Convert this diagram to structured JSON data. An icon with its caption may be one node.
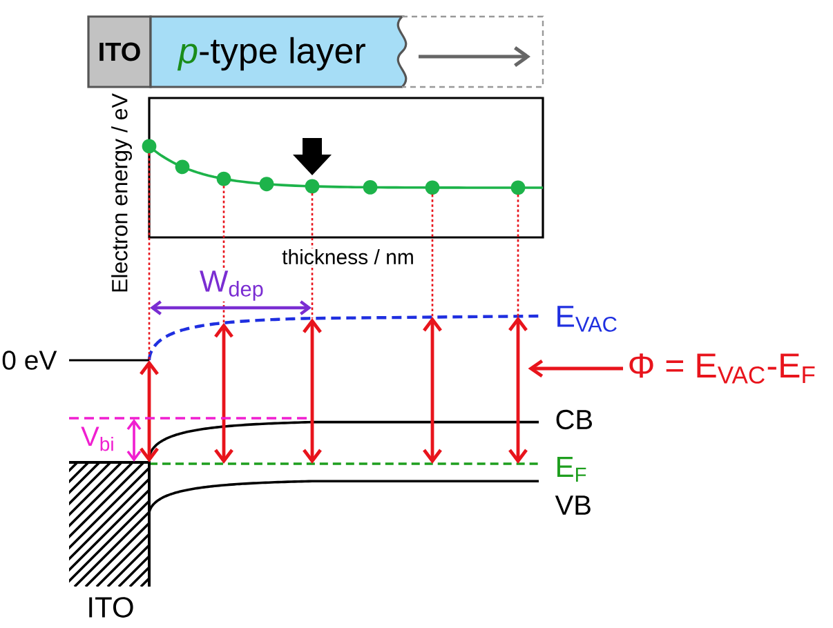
{
  "diagram": {
    "nodes": [
      {
        "text": [
          "ITO"
        ]
      },
      {
        "text": [
          "*p*-type layer"
        ]
      },
      {
        "text": [],
        "shape": "box"
      },
      {
        "text": [],
        "shape": "arrow"
      },
      {
        "text": [
          "Φ = E$_{VAC}$-E$_{F}$"
        ]
      }
    ],
    "edges": [
      {
        "from": 4,
        "to": 3,
        "arrow": "to"
      }
    ],
    "labels": [
      "Electron energy / eV",
      "thickness / nm",
      "W$_{dep}$",
      "E$_{VAC}$",
      "0 eV",
      "CB",
      "V$_{bi}$",
      "E$_{F}$",
      "VB",
      "ITO"
    ]
  }
}
